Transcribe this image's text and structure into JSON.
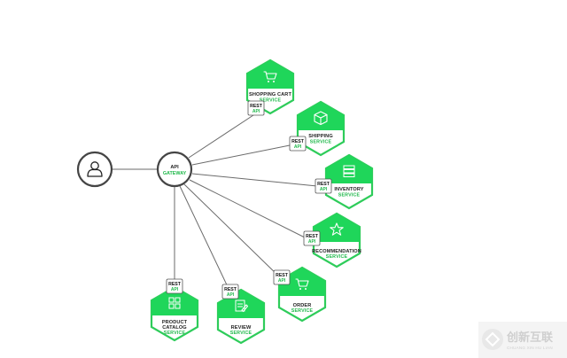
{
  "client": {
    "icon": "user-icon"
  },
  "gateway": {
    "line1": "API",
    "line2": "GATEWAY"
  },
  "rest_badge": {
    "line1": "REST",
    "line2": "API"
  },
  "services": [
    {
      "id": "shopping-cart",
      "name": "SHOPPING CART",
      "sub": "SERVICE",
      "icon": "cart-icon"
    },
    {
      "id": "shipping",
      "name": "SHIPPING",
      "sub": "SERVICE",
      "icon": "box-icon"
    },
    {
      "id": "inventory",
      "name": "INVENTORY",
      "sub": "SERVICE",
      "icon": "stack-icon"
    },
    {
      "id": "recommendation",
      "name": "RECOMMENDATION",
      "sub": "SERVICE",
      "icon": "star-icon"
    },
    {
      "id": "order",
      "name": "ORDER",
      "sub": "SERVICE",
      "icon": "cart-icon"
    },
    {
      "id": "review",
      "name": "REVIEW",
      "sub": "SERVICE",
      "icon": "review-icon"
    },
    {
      "id": "product-catalog",
      "name": "PRODUCT CATALOG",
      "name_lines": [
        "PRODUCT",
        "CATALOG"
      ],
      "sub": "SERVICE",
      "icon": "grid-icon"
    }
  ],
  "watermark": {
    "text": "创新互联",
    "sub": "CHUANG XIN HU LIAN"
  },
  "colors": {
    "accent": "#1fd65a",
    "accent_text": "#1fb84a",
    "line": "#6b6b6b",
    "outline": "#444444"
  }
}
